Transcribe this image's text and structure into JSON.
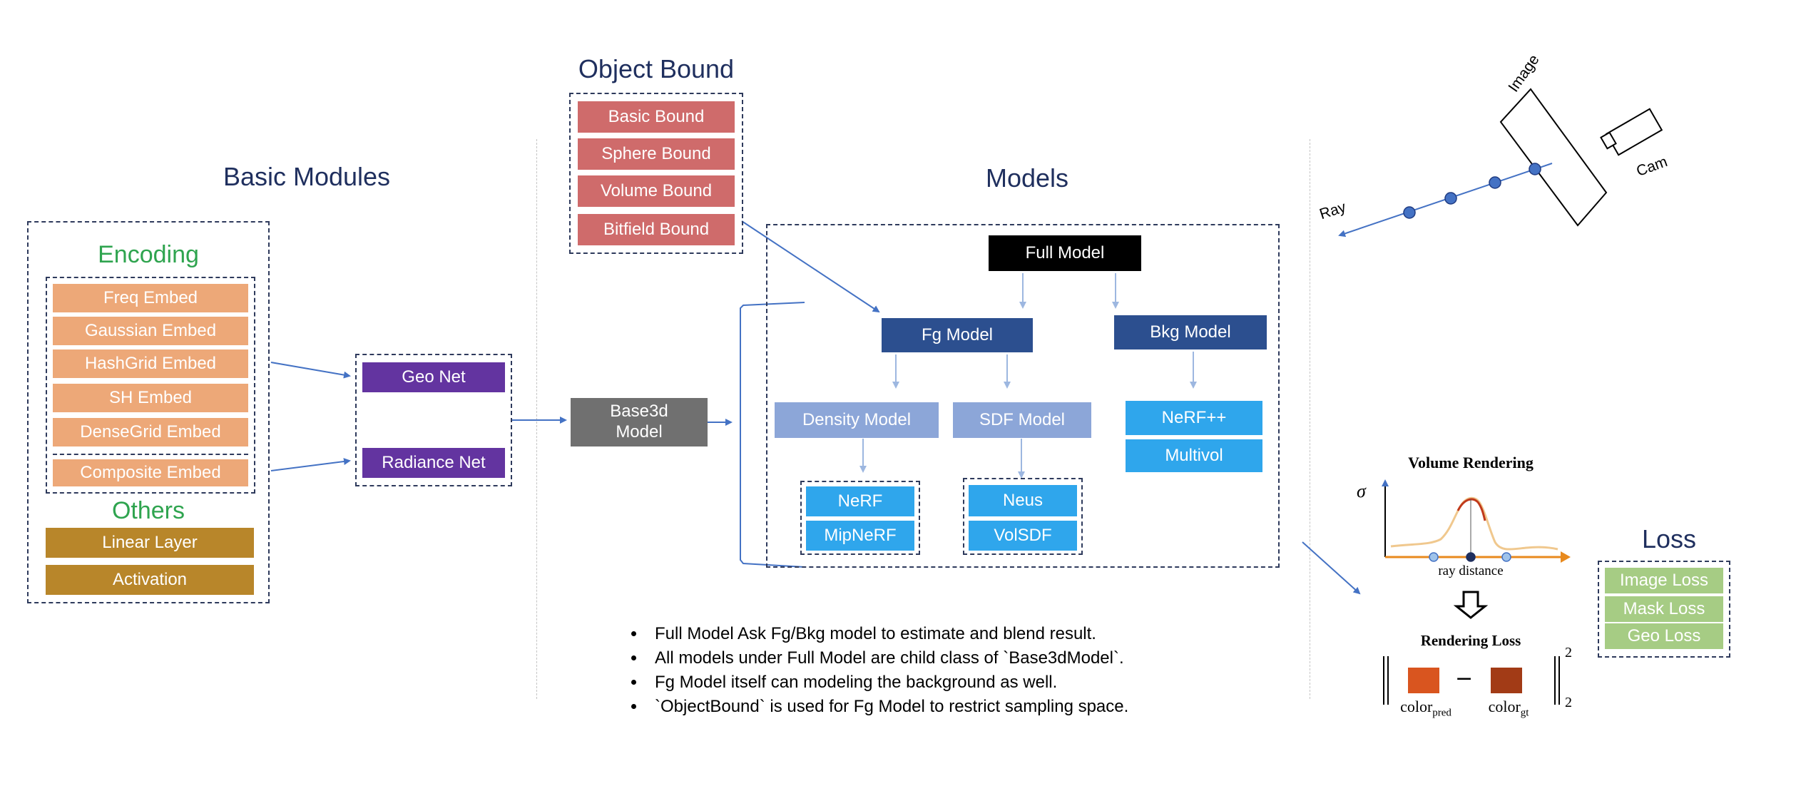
{
  "basic_modules": {
    "title": "Basic Modules",
    "encoding": {
      "title": "Encoding",
      "items": [
        "Freq Embed",
        "Gaussian Embed",
        "HashGrid Embed",
        "SH Embed",
        "DenseGrid Embed",
        "Composite Embed"
      ]
    },
    "others": {
      "title": "Others",
      "items": [
        "Linear Layer",
        "Activation"
      ]
    }
  },
  "nets": {
    "geo": "Geo Net",
    "radiance": "Radiance Net"
  },
  "base3d": {
    "line1": "Base3d",
    "line2": "Model"
  },
  "object_bound": {
    "title": "Object Bound",
    "items": [
      "Basic Bound",
      "Sphere Bound",
      "Volume Bound",
      "Bitfield Bound"
    ]
  },
  "models": {
    "title": "Models",
    "full": "Full Model",
    "fg": "Fg Model",
    "bkg": "Bkg Model",
    "density": "Density Model",
    "sdf": "SDF Model",
    "density_children": [
      "NeRF",
      "MipNeRF"
    ],
    "sdf_children": [
      "Neus",
      "VolSDF"
    ],
    "bkg_children": [
      "NeRF++",
      "Multivol"
    ]
  },
  "notes": [
    "Full Model Ask Fg/Bkg model to estimate and blend result.",
    "All models under Full Model are child class of `Base3dModel`.",
    "Fg Model itself can modeling the background as well.",
    "`ObjectBound` is used for Fg Model to restrict sampling space."
  ],
  "camera": {
    "image": "Image",
    "cam": "Cam",
    "ray": "Ray"
  },
  "rendering": {
    "title": "Volume Rendering",
    "sigma": "σ",
    "xlabel": "ray distance",
    "loss_title": "Rendering Loss",
    "pred_base": "color",
    "pred_sub": "pred",
    "gt_base": "color",
    "gt_sub": "gt",
    "minus": "−",
    "sup": "2",
    "sub": "2"
  },
  "loss": {
    "title": "Loss",
    "items": [
      "Image Loss",
      "Mask Loss",
      "Geo Loss"
    ]
  },
  "colors": {
    "encoding": "#eda878",
    "others": "#b8862a",
    "net": "#6334a0",
    "bound": "#cf6b6b",
    "base3d": "#707070",
    "full": "#000000",
    "fg_bkg": "#2c4f8f",
    "density_sdf": "#8ca6d8",
    "leaf": "#2fa6ec",
    "loss": "#a6cc84",
    "pred": "#d9551f",
    "gt": "#a23b16"
  }
}
